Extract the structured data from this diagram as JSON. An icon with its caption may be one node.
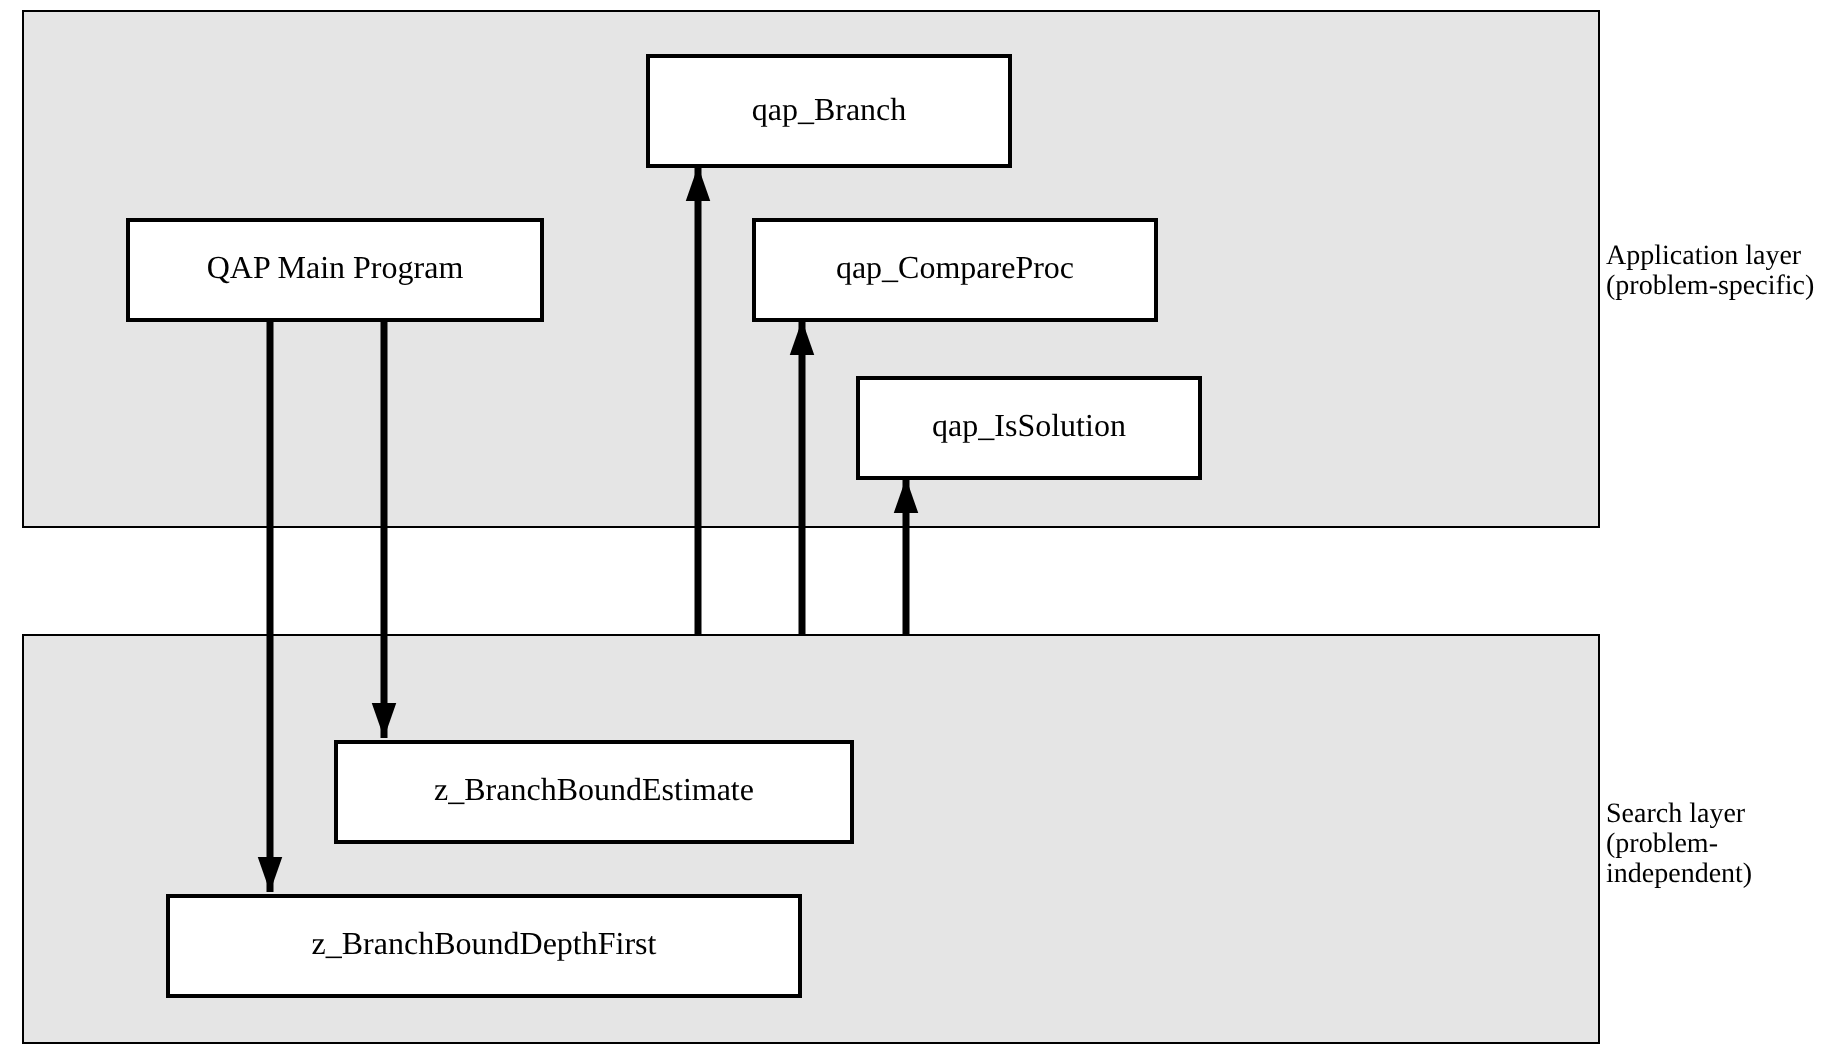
{
  "diagram": {
    "nodes": [
      {
        "text": [
          "Application layer (problem-specific)"
        ]
      },
      {
        "text": [
          "qap_Branch"
        ],
        "in": 0
      },
      {
        "text": [
          "QAP Main Program"
        ],
        "in": 0
      },
      {
        "text": [
          "qap_CompareProc"
        ],
        "in": 0
      },
      {
        "text": [
          "qap_IsSolution"
        ],
        "in": 0
      },
      {
        "text": [
          "Search layer (problem-independent)"
        ]
      },
      {
        "text": [
          "z_BranchBoundEstimate"
        ],
        "in": 5
      },
      {
        "text": [
          "z_BranchBoundDepthFirst"
        ],
        "in": 5
      }
    ],
    "edges": [
      {
        "from": 2,
        "to": 7,
        "arrow": "to"
      },
      {
        "from": 2,
        "to": 6,
        "arrow": "to"
      },
      {
        "from": 5,
        "to": 1,
        "arrow": "to"
      },
      {
        "from": 5,
        "to": 3,
        "arrow": "to"
      },
      {
        "from": 5,
        "to": 4,
        "arrow": "to"
      }
    ]
  }
}
